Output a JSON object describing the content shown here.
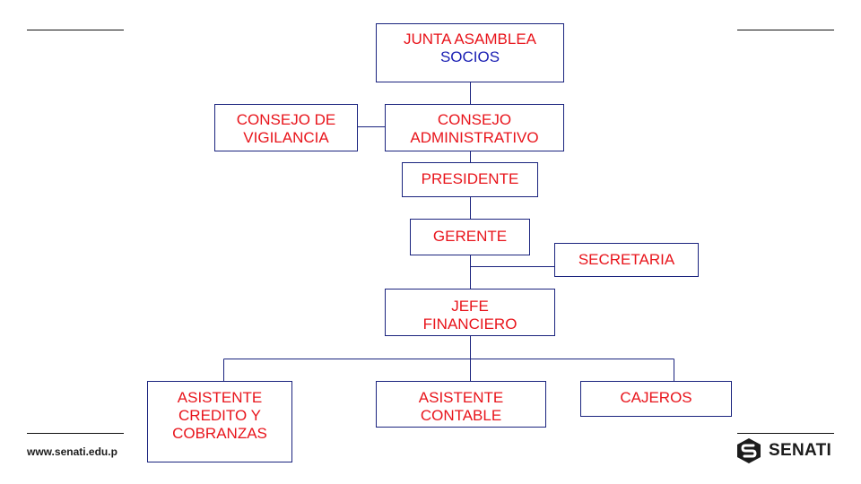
{
  "org_chart": {
    "junta": {
      "line1": "JUNTA ASAMBLEA",
      "line2": "SOCIOS"
    },
    "consejo_vigilancia": {
      "line1": "CONSEJO DE",
      "line2": "VIGILANCIA"
    },
    "consejo_administrativo": {
      "line1": "CONSEJO",
      "line2": "ADMINISTRATIVO"
    },
    "presidente": {
      "line1": "PRESIDENTE"
    },
    "gerente": {
      "line1": "GERENTE"
    },
    "secretaria": {
      "line1": "SECRETARIA"
    },
    "jefe_financiero": {
      "line1": "JEFE",
      "line2": "FINANCIERO"
    },
    "asistente_credito": {
      "line1": "ASISTENTE",
      "line2": "CREDITO Y",
      "line3": "COBRANZAS"
    },
    "asistente_contable": {
      "line1": "ASISTENTE",
      "line2": "CONTABLE"
    },
    "cajeros": {
      "line1": "CAJEROS"
    }
  },
  "footer": {
    "url": "www.senati.edu.p",
    "logo_text": "SENATI"
  },
  "colors": {
    "label_red": "#e8141b",
    "label_blue": "#1a1fb3",
    "connector": "#1a237e"
  }
}
